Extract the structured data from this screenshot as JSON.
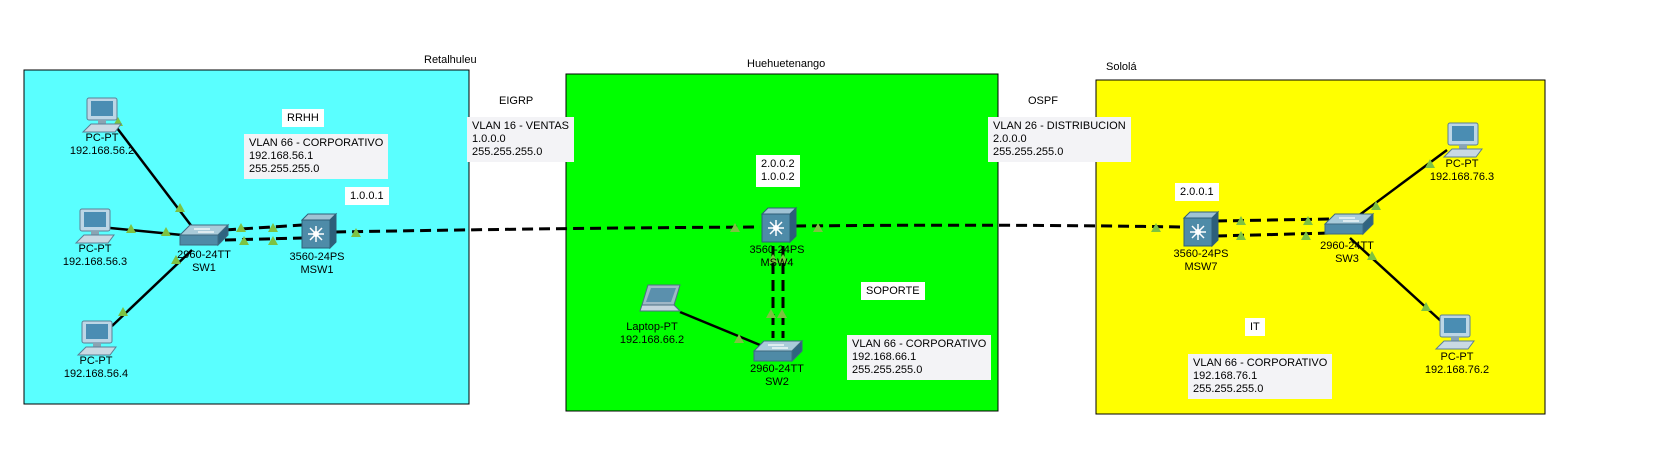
{
  "areas": {
    "retalhuleu": {
      "title": "Retalhuleu",
      "color": "#5affff"
    },
    "huehuetenango": {
      "title": "Huehuetenango",
      "color": "#00ff00"
    },
    "solola": {
      "title": "Sololá",
      "color": "#ffff00"
    }
  },
  "protocols": {
    "eigrp": "EIGRP",
    "ospf": "OSPF"
  },
  "dept_labels": {
    "rrhh": "RRHH",
    "soporte": "SOPORTE",
    "it": "IT"
  },
  "ip_tags": {
    "msw1": "1.0.0.1",
    "msw4": [
      "2.0.0.2",
      "1.0.0.2"
    ],
    "msw7": "2.0.0.1"
  },
  "notes": {
    "ventas": [
      "VLAN 16 - VENTAS",
      "1.0.0.0",
      "255.255.255.0"
    ],
    "distribucion": [
      "VLAN 26 - DISTRIBUCION",
      "2.0.0.0",
      "255.255.255.0"
    ],
    "retal_corp": [
      "VLAN 66 - CORPORATIVO",
      "192.168.56.1",
      "255.255.255.0"
    ],
    "huehue_corp": [
      "VLAN 66 - CORPORATIVO",
      "192.168.66.1",
      "255.255.255.0"
    ],
    "solola_corp": [
      "VLAN 66 - CORPORATIVO",
      "192.168.76.1",
      "255.255.255.0"
    ]
  },
  "devices": {
    "pc1": [
      "PC-PT",
      "192.168.56.2"
    ],
    "pc2": [
      "PC-PT",
      "192.168.56.3"
    ],
    "pc3": [
      "PC-PT",
      "192.168.56.4"
    ],
    "sw1": [
      "2960-24TT",
      "SW1"
    ],
    "msw1": [
      "3560-24PS",
      "MSW1"
    ],
    "msw4": [
      "3560-24PS",
      "MSW4"
    ],
    "laptop": [
      "Laptop-PT",
      "192.168.66.2"
    ],
    "sw2": [
      "2960-24TT",
      "SW2"
    ],
    "msw7": [
      "3560-24PS",
      "MSW7"
    ],
    "sw3": [
      "2960-24TT",
      "SW3"
    ],
    "pc4": [
      "PC-PT",
      "192.168.76.3"
    ],
    "pc5": [
      "PC-PT",
      "192.168.76.2"
    ]
  },
  "link_light_color": "#7dc242"
}
